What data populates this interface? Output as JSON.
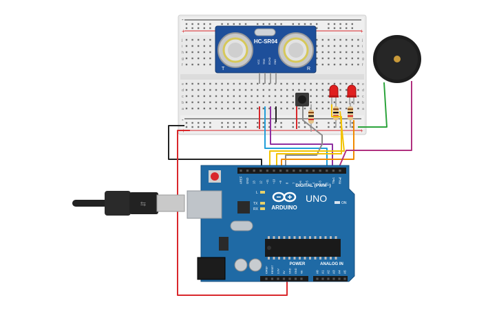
{
  "breadboard": {
    "row_letters_top": [
      "j",
      "i",
      "h",
      "g",
      "f"
    ],
    "row_letters_bottom": [
      "e",
      "d",
      "c",
      "b",
      "a"
    ],
    "plus": "+",
    "minus": "-"
  },
  "sensor": {
    "model": "HC-SR04",
    "left_mark": "T",
    "right_mark": "R",
    "pins": [
      "VCC",
      "TRIG",
      "ECHO",
      "GND"
    ]
  },
  "arduino": {
    "brand": "ARDUINO",
    "model": "UNO",
    "digital_label": "DIGITAL (PWM~)",
    "power_label": "POWER",
    "analog_label": "ANALOG IN",
    "on_label": "ON",
    "tx_label": "TX",
    "rx_label": "RX",
    "l_label": "L",
    "top_headers": [
      "AREF",
      "GND",
      "13",
      "12",
      "~11",
      "~10",
      "~9",
      "8",
      "7",
      "~6",
      "~5",
      "4",
      "~3",
      "2",
      "TX▸1",
      "RX◂0"
    ],
    "power_headers": [
      "IOREF",
      "RESET",
      "3.3V",
      "5V",
      "GND",
      "GND",
      "Vin"
    ],
    "analog_headers": [
      "A0",
      "A1",
      "A2",
      "A3",
      "A4",
      "A5"
    ]
  },
  "colors": {
    "board": "#1f6aa5",
    "wire_red": "#d9262a",
    "wire_black": "#222222",
    "wire_yellow": "#f2c200",
    "wire_orange": "#f08a00",
    "wire_purple": "#8e2fa0",
    "wire_blue": "#1f9dd9",
    "wire_grey": "#8a8a8a",
    "wire_green": "#2aa33a",
    "wire_magenta": "#b0307e",
    "led_red": "#e02020"
  }
}
